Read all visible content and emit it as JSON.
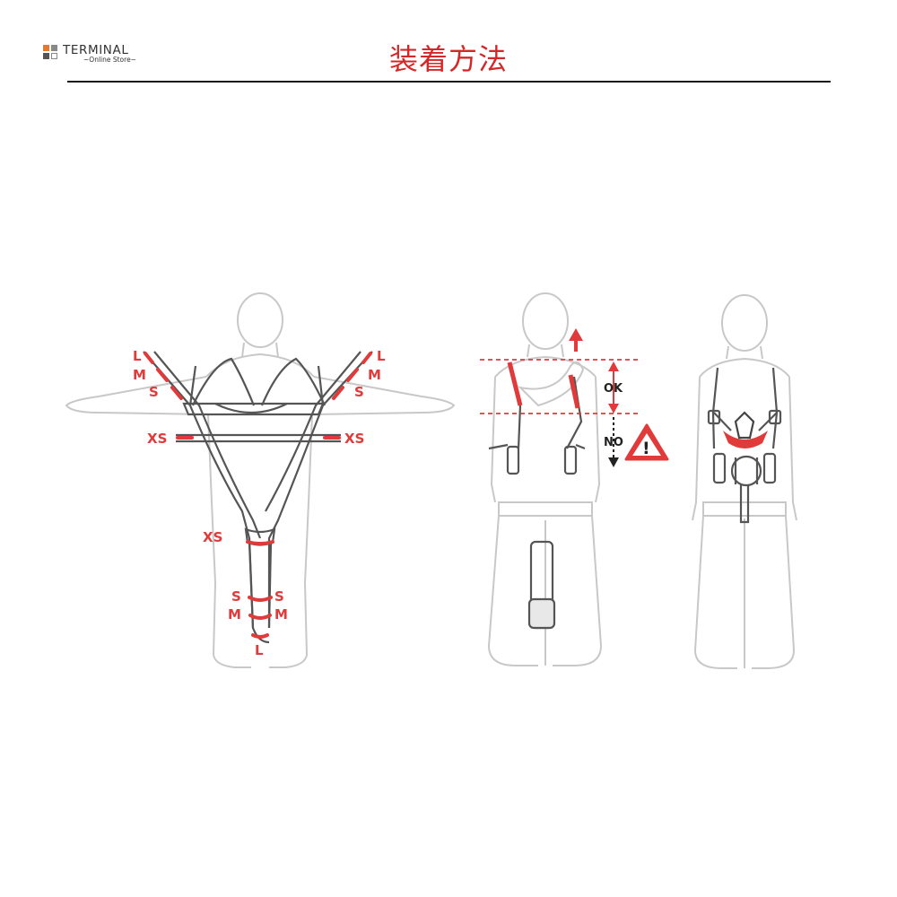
{
  "header": {
    "logo_text": "TERMINAL",
    "logo_subtext": "~Online Store~",
    "title": "装着方法"
  },
  "figure1": {
    "size_left_top_l": "L",
    "size_left_top_m": "M",
    "size_left_top_s": "S",
    "size_right_top_l": "L",
    "size_right_top_m": "M",
    "size_right_top_s": "S",
    "size_left_xs": "XS",
    "size_right_xs": "XS",
    "size_leg_xs": "XS",
    "size_leg_s_left": "S",
    "size_leg_s_right": "S",
    "size_leg_m_left": "M",
    "size_leg_m_right": "M",
    "size_leg_l": "L"
  },
  "figure2": {
    "ok_label": "OK",
    "no_label": "NO",
    "warning_symbol": "!"
  },
  "colors": {
    "accent": "#e03a3a",
    "title": "#d42828",
    "outline": "#c8c8c8",
    "strap": "#555555",
    "rule": "#1a1a1a"
  }
}
